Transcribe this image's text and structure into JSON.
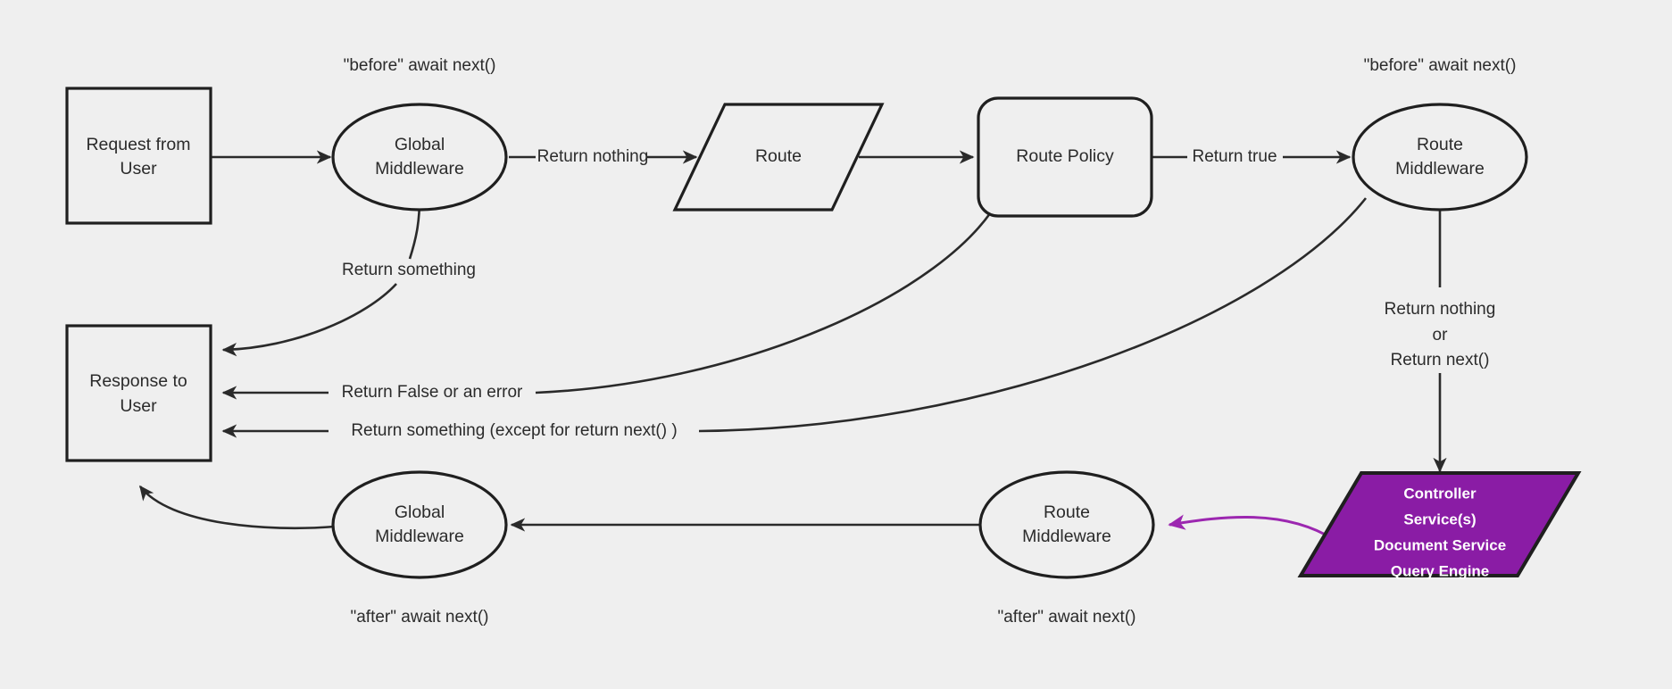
{
  "diagram": {
    "title": "Middleware request lifecycle flowchart",
    "background_color": "#efefef",
    "stroke_color": "#1f1f1f",
    "accent_color": "#8A1CA5",
    "accent_edge_color": "#9C27B0",
    "nodes": {
      "request_from_user": {
        "line1": "Request from",
        "line2": "User",
        "shape": "rectangle"
      },
      "global_middleware_top": {
        "line1": "Global",
        "line2": "Middleware",
        "shape": "ellipse"
      },
      "route": {
        "line1": "Route",
        "shape": "parallelogram"
      },
      "route_policy": {
        "line1": "Route Policy",
        "shape": "rounded-rectangle"
      },
      "route_middleware_top": {
        "line1": "Route",
        "line2": "Middleware",
        "shape": "ellipse"
      },
      "controller_services": {
        "line1": "Controller",
        "line2": "Service(s)",
        "line3": "Document Service",
        "line4": "Query Engine",
        "shape": "parallelogram"
      },
      "route_middleware_bottom": {
        "line1": "Route",
        "line2": "Middleware",
        "shape": "ellipse"
      },
      "global_middleware_bottom": {
        "line1": "Global",
        "line2": "Middleware",
        "shape": "ellipse"
      },
      "response_to_user": {
        "line1": "Response to",
        "line2": "User",
        "shape": "rectangle"
      }
    },
    "annotations": {
      "before_await_next_global": "\"before\" await next()",
      "before_await_next_route": "\"before\" await next()",
      "after_await_next_global": "\"after\" await next()",
      "after_await_next_route": "\"after\" await next()"
    },
    "edge_labels": {
      "return_nothing": "Return nothing",
      "return_true": "Return true",
      "return_something": "Return something",
      "return_false_or_error": "Return False or an error",
      "return_something_except": "Return something (except for return next() )",
      "return_nothing_or_next_1": "Return nothing",
      "return_nothing_or_next_2": "or",
      "return_nothing_or_next_3": "Return next()"
    }
  }
}
